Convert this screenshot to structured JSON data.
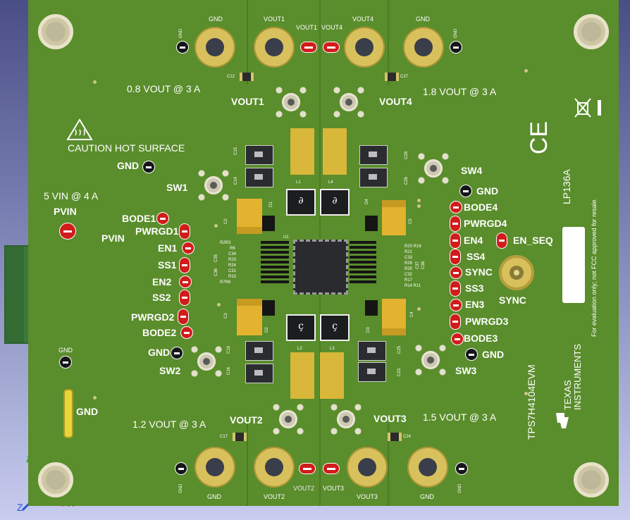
{
  "board": {
    "name": "TPS7H4104EVM",
    "code": "LP136A",
    "brand_line1": "TEXAS",
    "brand_line2": "INSTRUMENTS",
    "fcc_note": "For evaluation only; not FCC approved for resale.",
    "ce_mark": "CE",
    "caution": "CAUTION HOT SURFACE"
  },
  "top_connectors": [
    {
      "label": "GND"
    },
    {
      "label": "VOUT1"
    },
    {
      "label": "VOUT4"
    },
    {
      "label": "GND"
    }
  ],
  "bottom_connectors": [
    {
      "label": "GND"
    },
    {
      "label": "VOUT2"
    },
    {
      "label": "VOUT3"
    },
    {
      "label": "GND"
    }
  ],
  "rail_labels": {
    "r1": "0.8 VOUT @ 3 A",
    "r4": "1.8 VOUT @ 3 A",
    "r2": "1.2 VOUT @ 3 A",
    "r3": "1.5 VOUT @ 3 A",
    "vin": "5 VIN @ 4 A"
  },
  "net_labels": {
    "vout1": "VOUT1",
    "vout4": "VOUT4",
    "vout2": "VOUT2",
    "vout3": "VOUT3",
    "sw1": "SW1",
    "sw2": "SW2",
    "sw3": "SW3",
    "sw4": "SW4",
    "pvin": "PVIN",
    "gnd": "GND",
    "sync": "SYNC",
    "en_seq": "EN_SEQ"
  },
  "left_test_points": [
    "BODE1",
    "PWRGD1",
    "EN1",
    "SS1",
    "EN2",
    "SS2",
    "PWRGD2",
    "BODE2"
  ],
  "right_test_points": [
    "BODE4",
    "PWRGD4",
    "EN4",
    "SS4",
    "SYNC",
    "SS3",
    "EN3",
    "PWRGD3",
    "BODE3"
  ],
  "components": {
    "l1": "L1",
    "l2": "L2",
    "l3": "L3",
    "l4": "L4",
    "d1": "D1",
    "d2": "D2",
    "d3": "D3",
    "d4": "D4",
    "u1": "U1",
    "c12": "C12",
    "c27": "C27",
    "c17": "C17",
    "c24": "C24",
    "c15": "C15",
    "c14": "C14",
    "c28": "C28",
    "c26": "C26",
    "c19": "C19",
    "c16": "C16",
    "c25": "C25",
    "c23": "C23",
    "c2": "C2",
    "c3": "C3",
    "c4": "C4",
    "c5": "C5",
    "left_res": [
      "R2R3",
      "R6",
      "C34",
      "R23",
      "R24",
      "C31",
      "R10",
      "R7R8"
    ],
    "left_caps": [
      "C35",
      "C36"
    ],
    "right_res": [
      "R20 R18",
      "R21",
      "C33",
      "R26",
      "R25",
      "C32",
      "R17",
      "R14 R11"
    ],
    "right_caps": [
      "C37",
      "C38"
    ]
  },
  "axes": {
    "x": "X",
    "y": "Y",
    "z": "Z"
  },
  "colors": {
    "board": "#5a8d2c",
    "test_point": "#d11c1c",
    "gold": "#d8c15c",
    "silk": "#ffffff",
    "terminal": "#3c7a3c"
  }
}
